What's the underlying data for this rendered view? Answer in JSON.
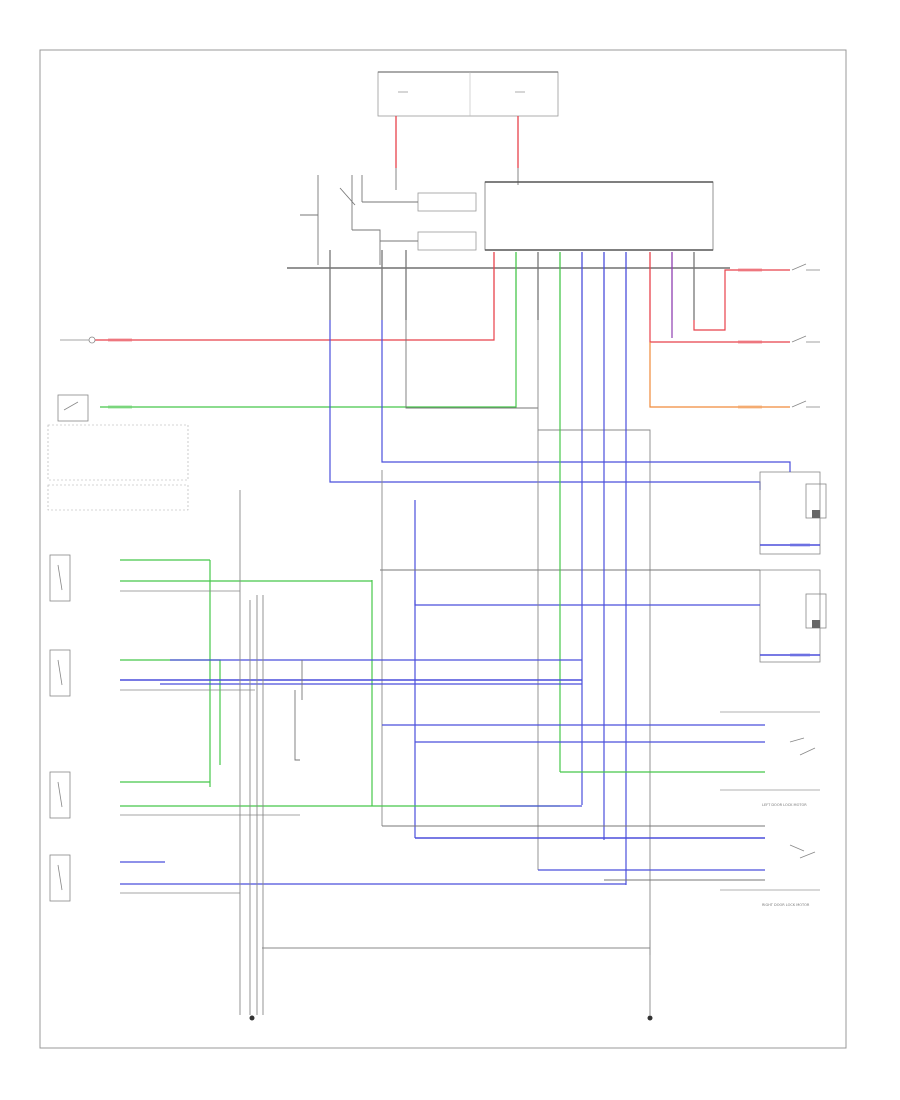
{
  "diagram": {
    "footer_code": "",
    "colors": {
      "red": "#e8414b",
      "green": "#46c74a",
      "blue": "#4b4fdc",
      "orange": "#f08a3a",
      "purple": "#8e3fb0",
      "gray": "#888888",
      "dark": "#555555"
    },
    "units": [
      {
        "id": "fuse-block",
        "label": ""
      },
      {
        "id": "relay-unit",
        "label": ""
      },
      {
        "id": "left-door-lock-motor",
        "label": "LEFT DOOR LOCK MOTOR"
      },
      {
        "id": "right-door-lock-motor",
        "label": "RIGHT DOOR LOCK MOTOR"
      },
      {
        "id": "driver-door-lock-switch",
        "label": ""
      },
      {
        "id": "passenger-door-lock-switch",
        "label": ""
      }
    ]
  }
}
